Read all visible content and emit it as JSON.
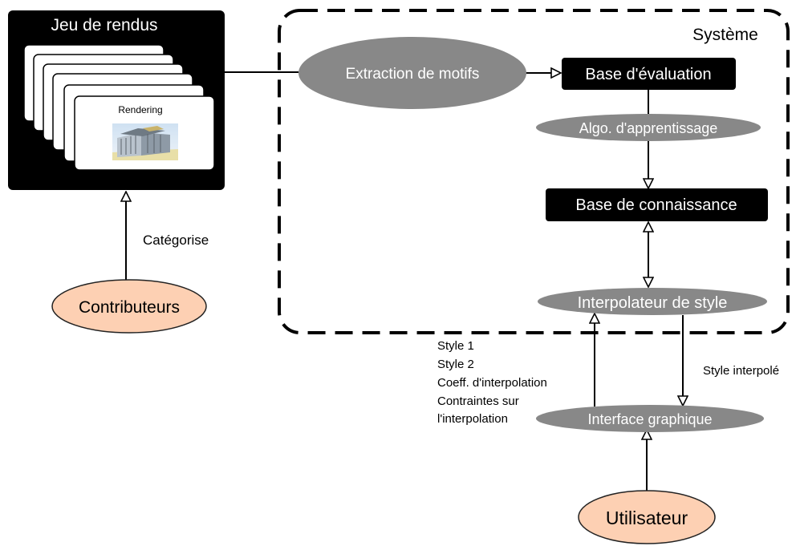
{
  "renderset": {
    "title": "Jeu de rendus",
    "card_label": "Rendering"
  },
  "system": {
    "title": "Système"
  },
  "nodes": {
    "extraction": "Extraction de motifs",
    "eval_base": "Base d'évaluation",
    "learning": "Algo. d'apprentissage",
    "knowledge": "Base de connaissance",
    "interpolator": "Interpolateur de style",
    "gui": "Interface graphique",
    "contributors": "Contributeurs",
    "user": "Utilisateur"
  },
  "edge_labels": {
    "categorize": "Catégorise",
    "inputs": [
      "Style 1",
      "Style 2",
      "Coeff. d'interpolation",
      "Contraintes sur",
      "l'interpolation"
    ],
    "output": "Style interpolé"
  },
  "colors": {
    "black_box": "#000000",
    "gray_ellipse": "#888888",
    "actor_fill": "#fdd0b3",
    "actor_stroke": "#222222",
    "dash": "#000000"
  }
}
